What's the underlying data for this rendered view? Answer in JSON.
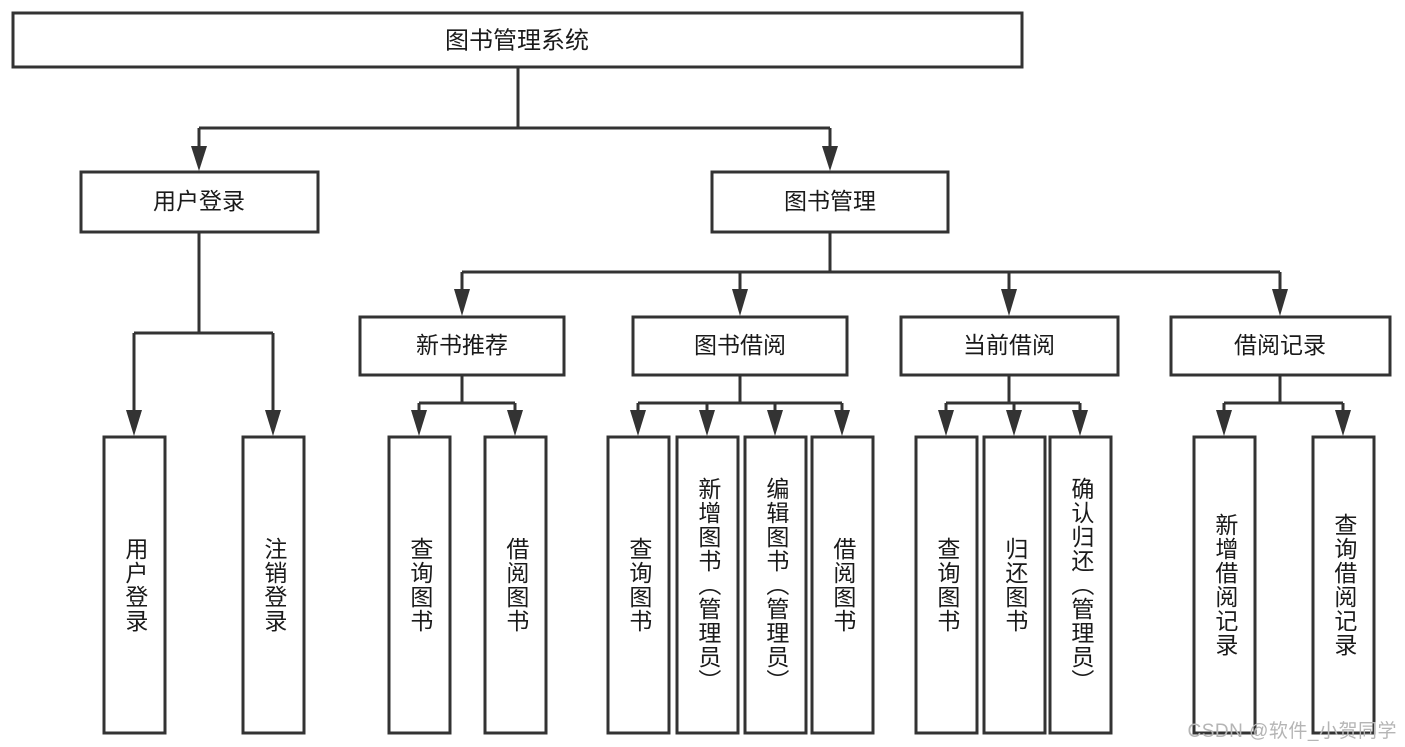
{
  "diagram": {
    "type": "tree-hierarchy-flowchart",
    "title": "图书管理系统",
    "watermark": "CSDN @软件_小贺同学",
    "colors": {
      "box_fill": "#ffffff",
      "box_stroke": "#333333",
      "text": "#1a1a1a",
      "background": "#ffffff",
      "watermark": "#b5b5b5"
    },
    "root": {
      "label": "图书管理系统"
    },
    "level2": [
      {
        "label": "用户登录"
      },
      {
        "label": "图书管理"
      }
    ],
    "level3": [
      {
        "label": "新书推荐"
      },
      {
        "label": "图书借阅"
      },
      {
        "label": "当前借阅"
      },
      {
        "label": "借阅记录"
      }
    ],
    "leaves": {
      "user_login": [
        {
          "label": "用户登录"
        },
        {
          "label": "注销登录"
        }
      ],
      "new_book_recommend": [
        {
          "label": "查询图书"
        },
        {
          "label": "借阅图书"
        }
      ],
      "book_borrow": [
        {
          "label": "查询图书"
        },
        {
          "label": "新增图书（管理员）"
        },
        {
          "label": "编辑图书（管理员）"
        },
        {
          "label": "借阅图书"
        }
      ],
      "current_borrow": [
        {
          "label": "查询图书"
        },
        {
          "label": "归还图书"
        },
        {
          "label": "确认归还（管理员）"
        }
      ],
      "borrow_record": [
        {
          "label": "新增借阅记录"
        },
        {
          "label": "查询借阅记录"
        }
      ]
    }
  }
}
